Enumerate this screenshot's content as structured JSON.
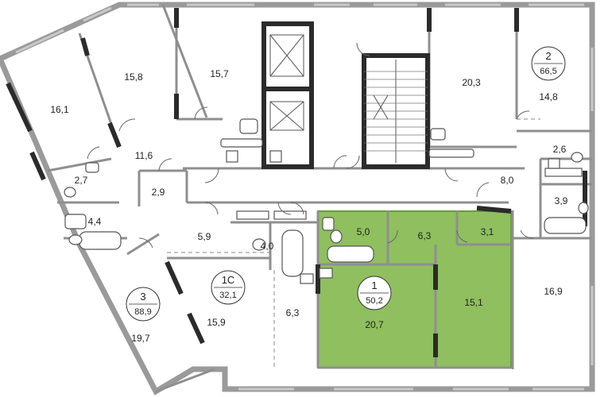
{
  "rooms": [
    {
      "id": "r1",
      "label": "16,1"
    },
    {
      "id": "r2",
      "label": "15,8"
    },
    {
      "id": "r3",
      "label": "15,7"
    },
    {
      "id": "r4",
      "label": "20,3"
    },
    {
      "id": "r5",
      "label": "14,8"
    },
    {
      "id": "r6",
      "label": "11,6"
    },
    {
      "id": "r7",
      "label": "2,7"
    },
    {
      "id": "r8",
      "label": "2,9"
    },
    {
      "id": "r9",
      "label": "4,4"
    },
    {
      "id": "r10",
      "label": "8,0"
    },
    {
      "id": "r11",
      "label": "2,6"
    },
    {
      "id": "r12",
      "label": "3,9"
    },
    {
      "id": "r13",
      "label": "5,9"
    },
    {
      "id": "r14",
      "label": "4,0"
    },
    {
      "id": "r15",
      "label": "5,0"
    },
    {
      "id": "r16",
      "label": "6,3"
    },
    {
      "id": "r17",
      "label": "3,1"
    },
    {
      "id": "r18",
      "label": "15,9"
    },
    {
      "id": "r19",
      "label": "6,3"
    },
    {
      "id": "r20",
      "label": "15,1"
    },
    {
      "id": "r21",
      "label": "20,7"
    },
    {
      "id": "r22",
      "label": "16,9"
    },
    {
      "id": "r23",
      "label": "19,7"
    }
  ],
  "apartments": [
    {
      "number": "2",
      "area": "66,5"
    },
    {
      "number": "1С",
      "area": "32,1"
    },
    {
      "number": "1",
      "area": "50,2"
    },
    {
      "number": "3",
      "area": "88,9"
    }
  ],
  "colors": {
    "highlight": "#8fbf5f",
    "highlight_border": "#6a9a3f",
    "wall": "#9a9a9a",
    "core": "#2b2b2b"
  }
}
